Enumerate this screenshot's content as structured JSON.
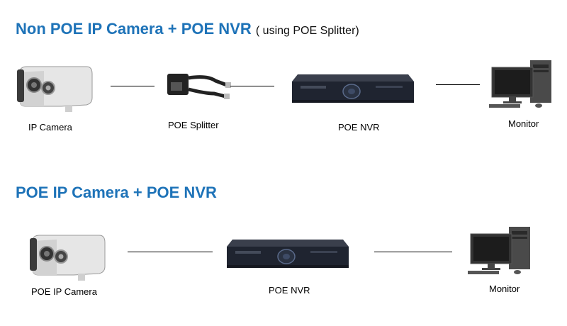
{
  "section1": {
    "title": "Non POE IP Camera + POE NVR",
    "subtitle": "( using POE Splitter)",
    "labels": {
      "camera": "IP Camera",
      "splitter": "POE Splitter",
      "nvr": "POE NVR",
      "monitor": "Monitor"
    }
  },
  "section2": {
    "title": "POE IP Camera + POE NVR",
    "labels": {
      "camera": "POE IP Camera",
      "nvr": "POE NVR",
      "monitor": "Monitor"
    }
  },
  "colors": {
    "title": "#1e73b8",
    "camera_body": "#e6e6e6",
    "nvr_body": "#1f2430",
    "monitor_screen": "#1c1c1c"
  },
  "icons": [
    "ip-camera-icon",
    "poe-splitter-icon",
    "nvr-icon",
    "computer-monitor-icon"
  ]
}
